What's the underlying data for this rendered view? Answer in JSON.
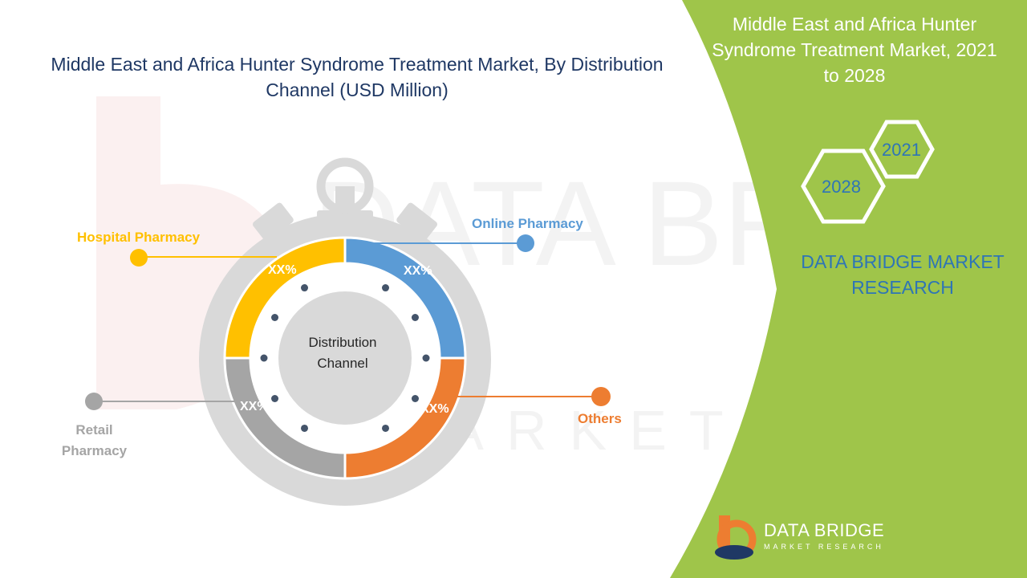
{
  "header": {
    "title": "Middle East and Africa Hunter Syndrome Treatment Market, By Distribution Channel (USD Million)"
  },
  "side_panel": {
    "title": "Middle East and Africa Hunter Syndrome Treatment Market, 2021 to 2028",
    "hex_years": [
      "2021",
      "2028"
    ],
    "brand": "DATA BRIDGE MARKET RESEARCH",
    "logo_name": "DATA BRIDGE",
    "logo_tagline": "MARKET RESEARCH",
    "color": "#9fc54a"
  },
  "chart_data": {
    "type": "pie",
    "center_label": "Distribution Channel",
    "segments": [
      {
        "name": "Hospital Pharmacy",
        "label": "XX%",
        "color": "#ffc000"
      },
      {
        "name": "Online Pharmacy",
        "label": "XX%",
        "color": "#5b9bd5"
      },
      {
        "name": "Others",
        "label": "XX%",
        "color": "#ed7d31"
      },
      {
        "name": "Retail Pharmacy",
        "label": "XX%",
        "color": "#a5a5a5"
      }
    ]
  }
}
